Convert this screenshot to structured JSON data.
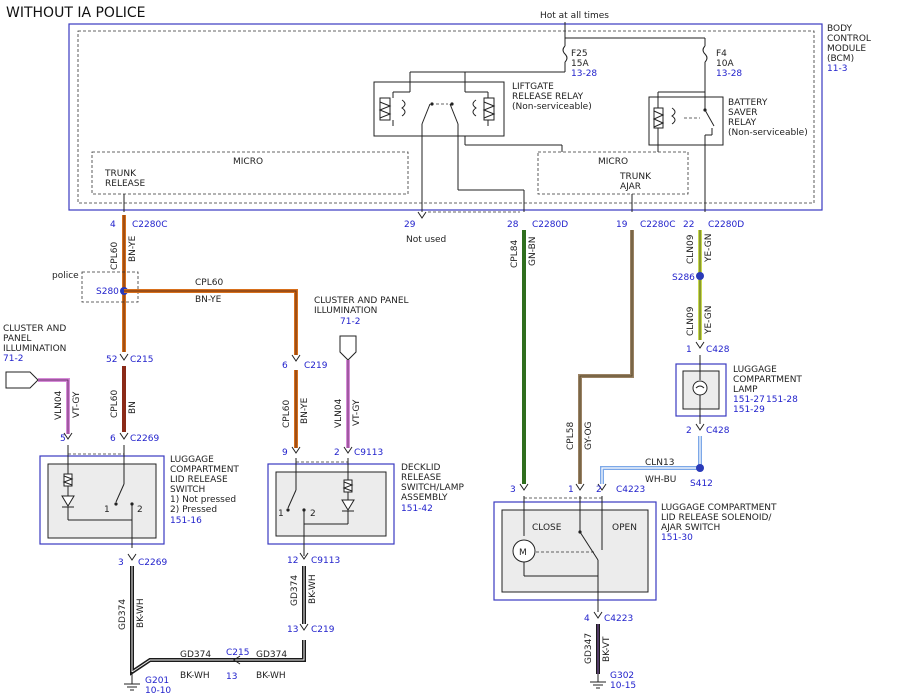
{
  "title": "WITHOUT IA POLICE",
  "hot_label": "Hot at all times",
  "bcm": {
    "l1": "BODY",
    "l2": "CONTROL",
    "l3": "MODULE",
    "l4": "(BCM)",
    "ref": "11-3"
  },
  "f25": {
    "name": "F25",
    "amp": "15A",
    "ref": "13-28"
  },
  "f4": {
    "name": "F4",
    "amp": "10A",
    "ref": "13-28"
  },
  "liftgate": {
    "l1": "LIFTGATE",
    "l2": "RELEASE RELAY",
    "l3": "(Non-serviceable)"
  },
  "battery": {
    "l1": "BATTERY",
    "l2": "SAVER",
    "l3": "RELAY",
    "l4": "(Non-serviceable)"
  },
  "micro": "MICRO",
  "trunk_release": {
    "l1": "TRUNK",
    "l2": "RELEASE"
  },
  "trunk_ajar": {
    "l1": "TRUNK",
    "l2": "AJAR"
  },
  "pins": {
    "p4": "4",
    "c2280c_a": "C2280C",
    "p29": "29",
    "not_used": "Not used",
    "p28": "28",
    "c2280d_a": "C2280D",
    "p19": "19",
    "c2280c_b": "C2280C",
    "p22": "22",
    "c2280d_b": "C2280D"
  },
  "wires": {
    "cpl60": "CPL60",
    "bnye": "BN-YE",
    "bn": "BN",
    "cpl84": "CPL84",
    "gnbn": "GN-BN",
    "cpl58": "CPL58",
    "gyog": "GY-OG",
    "cln09": "CLN09",
    "yegn": "YE-GN",
    "vln04": "VLN04",
    "vtgy": "VT-GY",
    "cln13": "CLN13",
    "whbu": "WH-BU",
    "gd374": "GD374",
    "bkwh": "BK-WH",
    "gd347": "GD347",
    "bkvt": "BK-VT"
  },
  "splices": {
    "police": "police",
    "s280": "S280",
    "s286": "S286",
    "s412": "S412"
  },
  "connectors": {
    "p52": "52",
    "c215": "C215",
    "p6a": "6",
    "c2269": "C2269",
    "p5": "5",
    "p6b": "6",
    "c219": "C219",
    "p9": "9",
    "p2a": "2",
    "c9113": "C9113",
    "p1a": "1",
    "c428a": "C428",
    "p2b": "2",
    "c428b": "C428",
    "p3a": "3",
    "p1b": "1",
    "p2c": "2",
    "c4223a": "C4223",
    "p3b": "3",
    "c2269b": "C2269",
    "p12": "12",
    "c9113b": "C9113",
    "p13a": "13",
    "c219b": "C219",
    "c215b": "C215",
    "p13b": "13",
    "p4b": "4",
    "c4223b": "C4223"
  },
  "cluster_left": {
    "l1": "CLUSTER AND",
    "l2": "PANEL",
    "l3": "ILLUMINATION",
    "ref": "71-2"
  },
  "cluster_right": {
    "l1": "CLUSTER AND PANEL",
    "l2": "ILLUMINATION",
    "ref": "71-2"
  },
  "lid_switch": {
    "l1": "LUGGAGE",
    "l2": "COMPARTMENT",
    "l3": "LID RELEASE",
    "l4": "SWITCH",
    "l5": "1) Not pressed",
    "l6": "2) Pressed",
    "ref": "151-16",
    "n1": "1",
    "n2": "2"
  },
  "decklid": {
    "l1": "DECKLID",
    "l2": "RELEASE",
    "l3": "SWITCH/LAMP",
    "l4": "ASSEMBLY",
    "ref": "151-42",
    "n1": "1",
    "n2": "2"
  },
  "lamp": {
    "l1": "LUGGAGE",
    "l2": "COMPARTMENT",
    "l3": "LAMP",
    "ref1": "151-27",
    "ref2": "151-28",
    "ref3": "151-29"
  },
  "solenoid": {
    "l1": "LUGGAGE COMPARTMENT",
    "l2": "LID RELEASE SOLENOID/",
    "l3": "AJAR SWITCH",
    "ref": "151-30",
    "close": "CLOSE",
    "open": "OPEN",
    "motor": "M"
  },
  "grounds": {
    "g201": "G201",
    "g201ref": "10-10",
    "g302": "G302",
    "g302ref": "10-15"
  },
  "colors": {
    "orange": "#d8701c",
    "brown": "#7a3a12",
    "green": "#2f6e1e",
    "tan": "#9a8264",
    "yellow": "#c8d850",
    "violet": "#d68ad8",
    "black": "#1a1a1a",
    "blue": "#2a3ab8",
    "lightblue": "#7ca8e8"
  }
}
